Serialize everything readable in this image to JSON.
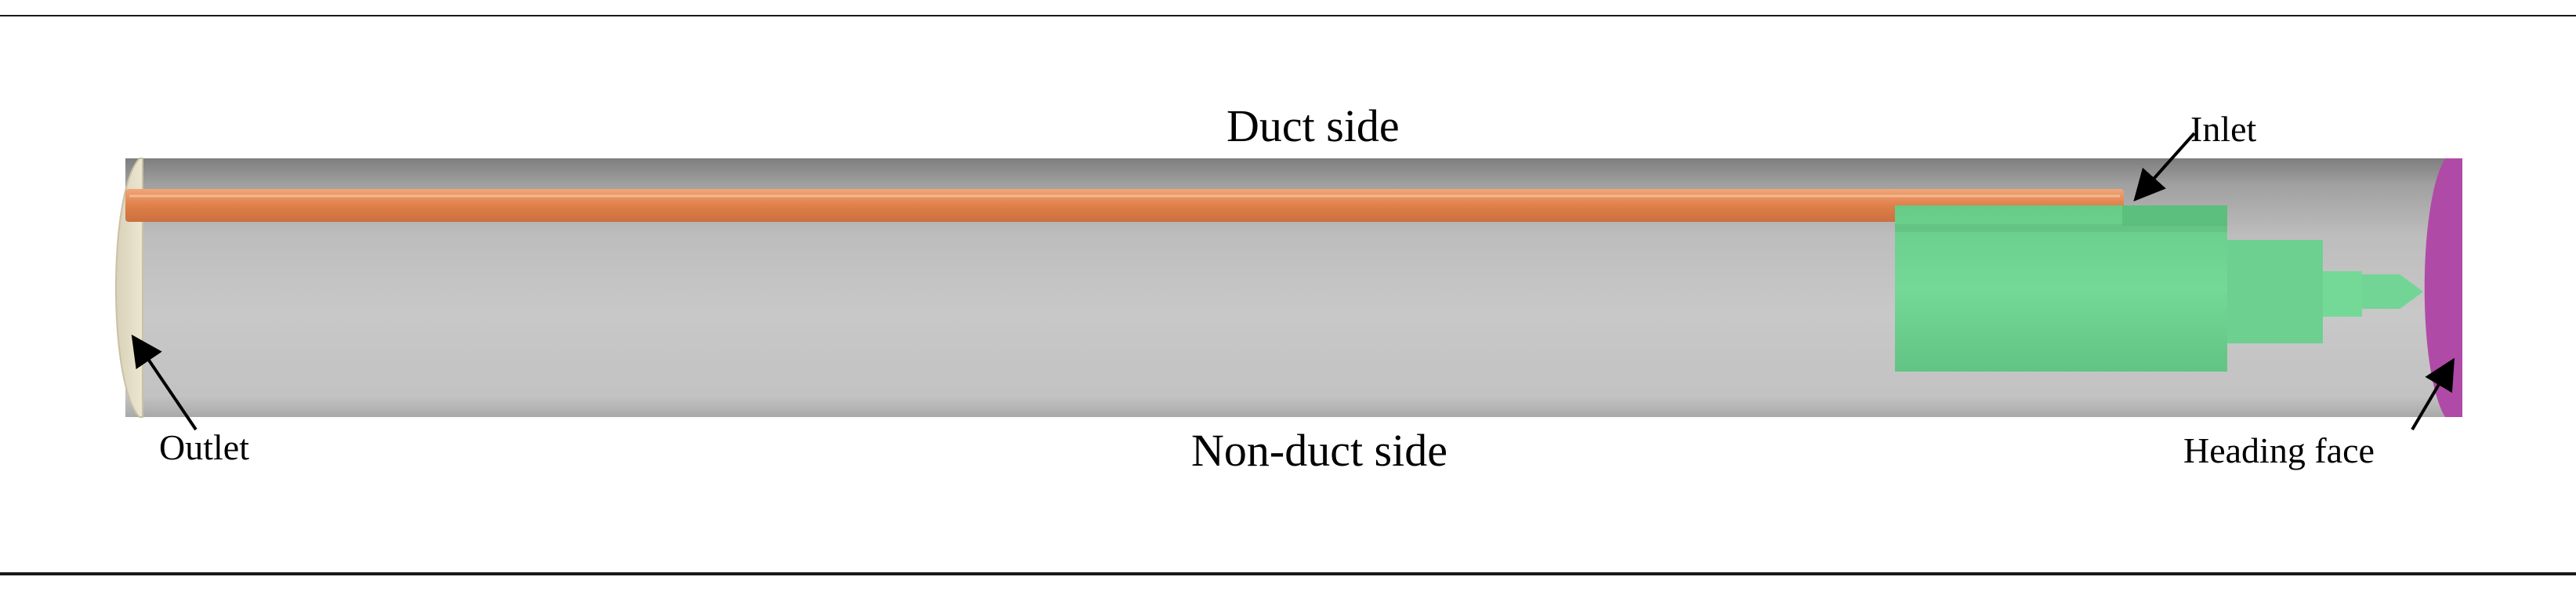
{
  "labels": {
    "duct_side": "Duct side",
    "non_duct_side": "Non-duct side",
    "inlet": "Inlet",
    "outlet": "Outlet",
    "heading_face": "Heading face"
  },
  "colors": {
    "tunnel_body": "#c4c4c4",
    "tunnel_top_shade": "#8a8a8a",
    "duct": "#e08a55",
    "machine": "#6fd48e",
    "outlet_face": "#e6dfc8",
    "heading_face": "#b24aa8",
    "rule": "#1a1a1a"
  }
}
